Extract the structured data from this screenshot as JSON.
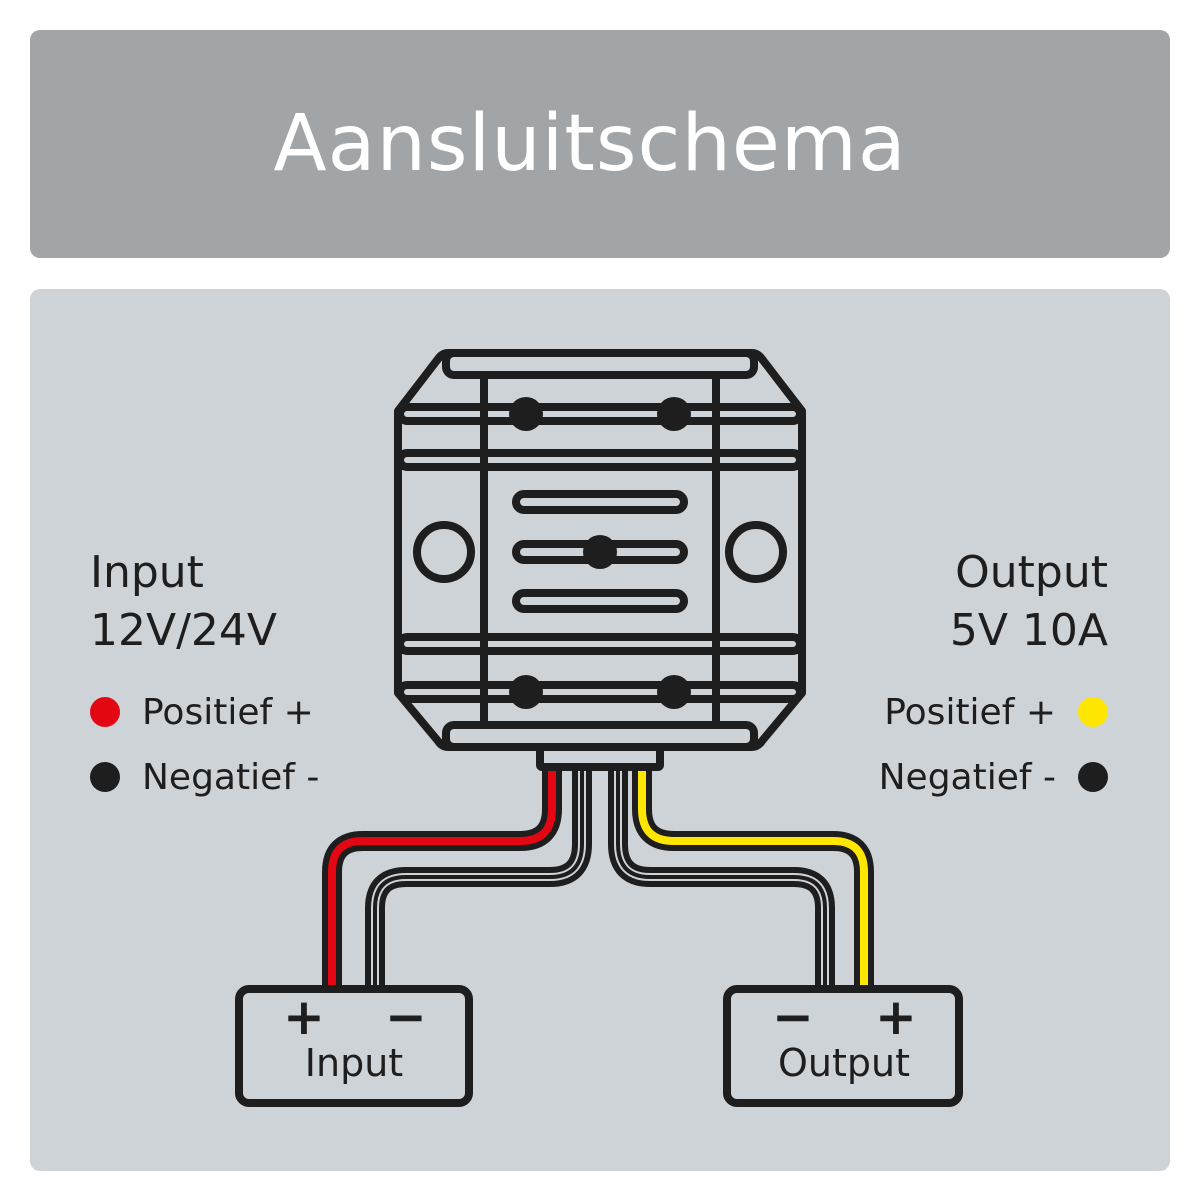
{
  "header": {
    "title": "Aansluitschema"
  },
  "input_side": {
    "heading_line1": "Input",
    "heading_line2": "12V/24V",
    "positive_label": "Positief +",
    "negative_label": "Negatief -"
  },
  "output_side": {
    "heading_line1": "Output",
    "heading_line2": "5V 10A",
    "positive_label": "Positief +",
    "negative_label": "Negatief -"
  },
  "terminals": {
    "input": {
      "label": "Input",
      "plus": "+",
      "minus": "−"
    },
    "output": {
      "label": "Output",
      "plus": "+",
      "minus": "−"
    }
  },
  "colors": {
    "header_bg": "#a2a5a8",
    "panel_bg": "#ced3d8",
    "input_positive": "#e30613",
    "output_positive": "#ffe600",
    "negative": "#1e1e1e",
    "outline": "#1e1e1e"
  },
  "icons": {
    "device": "dc-converter-icon",
    "mount_hole": "mounting-hole-icon"
  }
}
